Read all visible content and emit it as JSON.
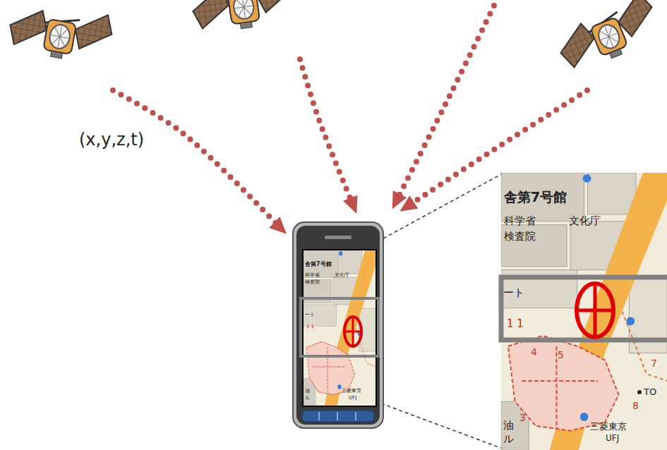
{
  "diagram": {
    "labels": [
      "(x,y,z,t)",
      "舎第7号館",
      "科学省",
      "文化庁",
      "検査院",
      "ート",
      "1 1",
      "7",
      "8",
      "3",
      "4",
      "5",
      "TO",
      "三菱東京",
      "UFJ",
      "油",
      "ル",
      "舎第7号館",
      "科学省",
      "文化庁",
      "検査院",
      "ート",
      "1 1",
      "三菱東京",
      "UFJ",
      "油",
      "ル"
    ]
  }
}
